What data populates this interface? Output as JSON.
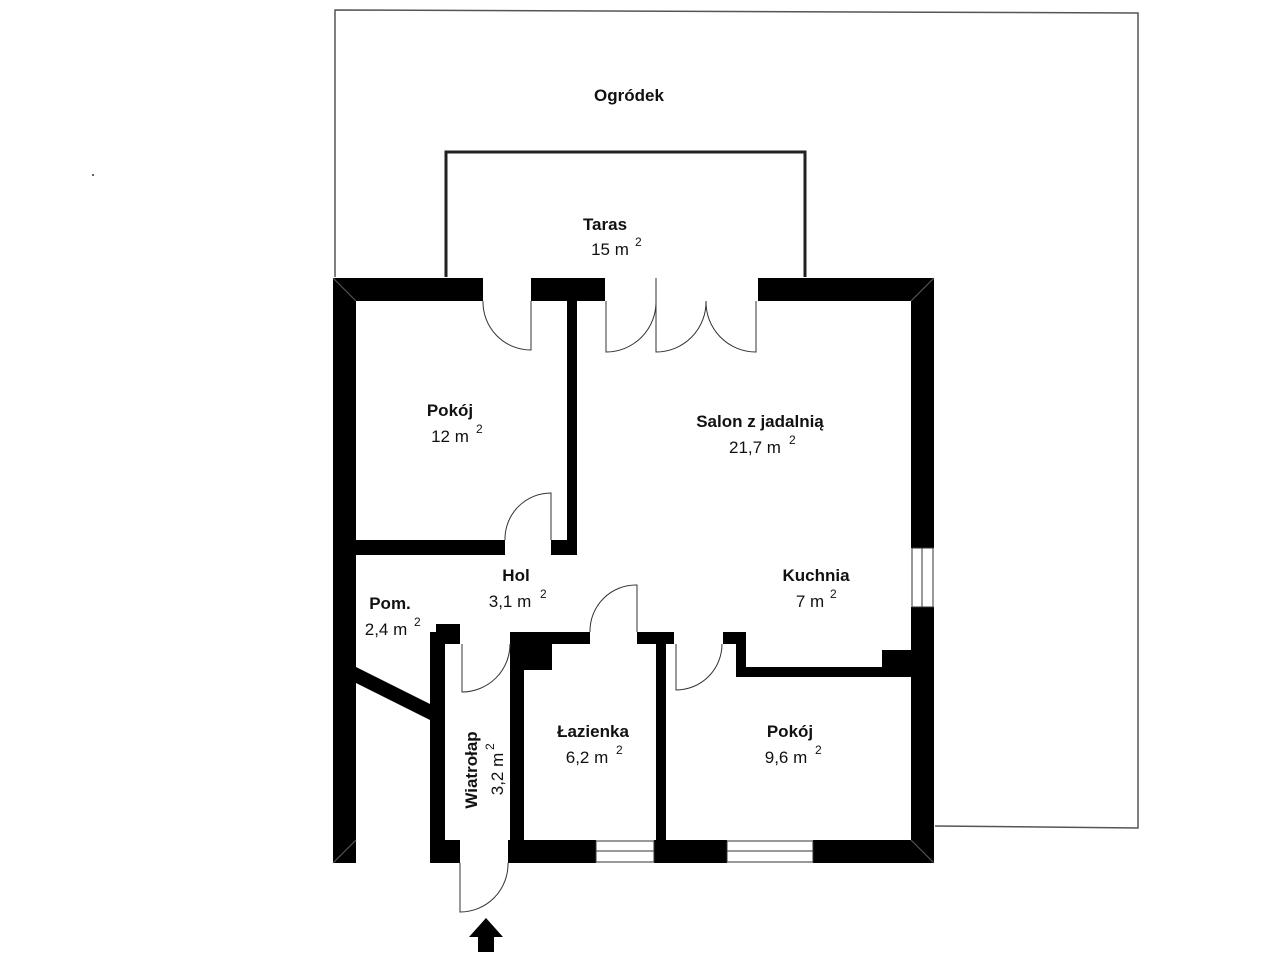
{
  "rooms": {
    "garden": {
      "name": "Ogródek"
    },
    "terrace": {
      "name": "Taras",
      "area": "15 m",
      "unit_exp": "2"
    },
    "room1": {
      "name": "Pokój",
      "area": "12 m",
      "unit_exp": "2"
    },
    "living": {
      "name": "Salon z jadalnią",
      "area": "21,7 m",
      "unit_exp": "2"
    },
    "hall": {
      "name": "Hol",
      "area": "3,1 m",
      "unit_exp": "2"
    },
    "utility": {
      "name": "Pom.",
      "area": "2,4 m",
      "unit_exp": "2"
    },
    "kitchen": {
      "name": "Kuchnia",
      "area": "7 m",
      "unit_exp": "2"
    },
    "vestibule": {
      "name": "Wiatrołap",
      "area": "3,2 m",
      "unit_exp": "2"
    },
    "bathroom": {
      "name": "Łazienka",
      "area": "6,2 m",
      "unit_exp": "2"
    },
    "room2": {
      "name": "Pokój",
      "area": "9,6 m",
      "unit_exp": "2"
    }
  },
  "icons": {
    "entrance": "entrance-arrow-icon"
  }
}
